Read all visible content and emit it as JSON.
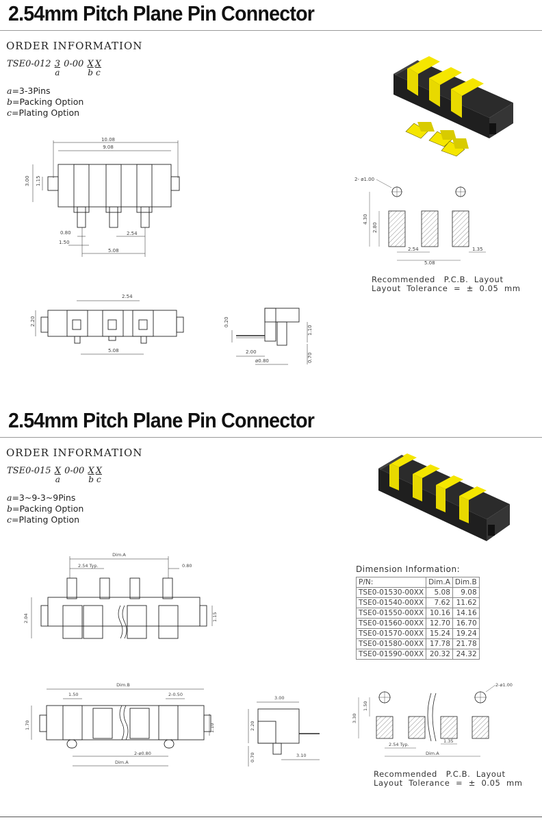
{
  "s1": {
    "title": "2.54mm Pitch Plane Pin Connector",
    "order": "ORDER INFORMATION",
    "pn_prefix": "TSE0-012",
    "pn_a": "3",
    "pn_a_key": "a",
    "pn_mid": "0-00",
    "pn_b": "X",
    "pn_b_key": "b",
    "pn_c": "X",
    "pn_c_key": "c",
    "opt_a_key": "a",
    "opt_a": "=3-3Pins",
    "opt_b_key": "b",
    "opt_b": "=Packing Option",
    "opt_c_key": "c",
    "opt_c": "=Plating Option",
    "dims": {
      "d1": "10.08",
      "d2": "9.08",
      "d3": "3.00",
      "d4": "1.15",
      "d5": "0.80",
      "d6": "1.50",
      "d7": "2.54",
      "d8": "5.08",
      "d9": "2.54",
      "d10": "2.20",
      "d11": "5.08",
      "d12": "0.20",
      "d13": "1.10",
      "d14": "2.00",
      "d15": "ø0.80",
      "d16": "0.70",
      "p1": "2- ø1.00",
      "p2": "4.30",
      "p3": "2.80",
      "p4": "2.54",
      "p5": "5.08",
      "p6": "1.35"
    },
    "pcb_line1": "Recommended   P.C.B.  Layout",
    "pcb_line2": "Layout  Tolerance  =  ±  0.05  mm"
  },
  "s2": {
    "title": "2.54mm Pitch Plane Pin Connector",
    "order": "ORDER INFORMATION",
    "pn_prefix": "TSE0-015",
    "pn_a": "X",
    "pn_a_key": "a",
    "pn_mid": "0-00",
    "pn_b": "X",
    "pn_b_key": "b",
    "pn_c": "X",
    "pn_c_key": "c",
    "opt_a_key": "a",
    "opt_a": "=3~9-3~9Pins",
    "opt_b_key": "b",
    "opt_b": "=Packing Option",
    "opt_c_key": "c",
    "opt_c": "=Plating Option",
    "dims": {
      "dimA": "Dim.A",
      "pitch": "2.54 Typ.",
      "w080": "0.80",
      "h204": "2.04",
      "h115": "1.15",
      "dimB": "Dim.B",
      "d150": "1.50",
      "d050": "2-0.50",
      "h170": "1.70",
      "h110": "1.10",
      "d080": "2-ø0.80",
      "dimA2": "Dim.A",
      "s300": "3.00",
      "s220": "2.20",
      "s070": "0.70",
      "s310": "3.10",
      "p100": "2-ø1.00",
      "p330": "3.30",
      "p150": "1.50",
      "p254": "2.54 Typ.",
      "p135": "1.35",
      "pdimA": "Dim.A"
    },
    "dim_info_title": "Dimension Information:",
    "table_headers": [
      "P/N:",
      "Dim.A",
      "Dim.B"
    ],
    "table_rows": [
      [
        "TSE0-01530-00XX",
        "5.08",
        "9.08"
      ],
      [
        "TSE0-01540-00XX",
        "7.62",
        "11.62"
      ],
      [
        "TSE0-01550-00XX",
        "10.16",
        "14.16"
      ],
      [
        "TSE0-01560-00XX",
        "12.70",
        "16.70"
      ],
      [
        "TSE0-01570-00XX",
        "15.24",
        "19.24"
      ],
      [
        "TSE0-01580-00XX",
        "17.78",
        "21.78"
      ],
      [
        "TSE0-01590-00XX",
        "20.32",
        "24.32"
      ]
    ],
    "pcb_line1": "Recommended   P.C.B.  Layout",
    "pcb_line2": "Layout  Tolerance  =  ±  0.05  mm"
  },
  "colors": {
    "yellow": "#f5e600",
    "black": "#262626"
  }
}
